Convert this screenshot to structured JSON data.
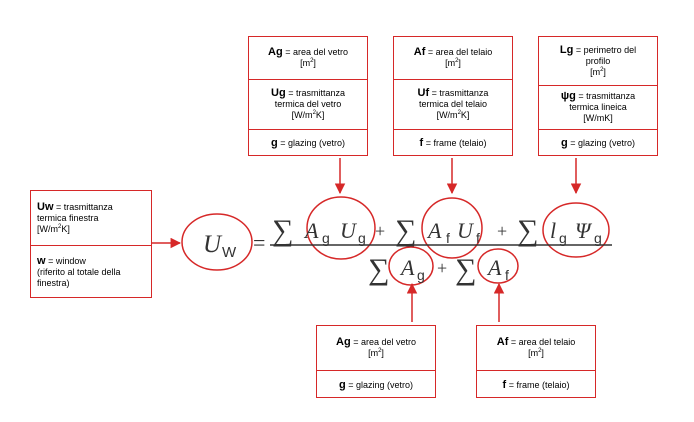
{
  "colors": {
    "accent": "#d62828",
    "formula": "#333333"
  },
  "boxes": {
    "top_ag": {
      "s1": {
        "sym": "Ag",
        "txt": " = area del vetro",
        "unit_pre": "[m",
        "unit_sup": "2",
        "unit_post": "]"
      },
      "s2": {
        "sym": "Ug",
        "txt": " = trasmittanza",
        "line2": "termica del vetro",
        "unit_pre": "[W/m",
        "unit_sup": "2",
        "unit_post": "K]"
      },
      "s3": {
        "sym": "g",
        "txt": " = glazing (vetro)"
      }
    },
    "top_af": {
      "s1": {
        "sym": "Af",
        "txt": " = area del telaio",
        "unit_pre": "[m",
        "unit_sup": "2",
        "unit_post": "]"
      },
      "s2": {
        "sym": "Uf",
        "txt": " = trasmittanza",
        "line2": "termica del telaio",
        "unit_pre": "[W/m",
        "unit_sup": "2",
        "unit_post": "K]"
      },
      "s3": {
        "sym": "f",
        "txt": " = frame (telaio)"
      }
    },
    "top_lg": {
      "s1": {
        "sym": "Lg",
        "txt": " = perimetro del",
        "line2": "profilo",
        "unit_pre": "[m",
        "unit_sup": "2",
        "unit_post": "]"
      },
      "s2": {
        "sym": "ψg",
        "txt": " = trasmittanza",
        "line2": "termica lineica",
        "unit": "[W/mK]"
      },
      "s3": {
        "sym": "g",
        "txt": " = glazing (vetro)"
      }
    },
    "left_uw": {
      "s1": {
        "sym": "Uw",
        "txt": " = trasmittanza",
        "line2": "termica finestra",
        "unit_pre": "[W/m",
        "unit_sup": "2",
        "unit_post": "K]"
      },
      "s2": {
        "sym": "w",
        "txt": " = window",
        "line2": "(riferito al totale della",
        "line3": "finestra)"
      }
    },
    "bot_ag": {
      "s1": {
        "sym": "Ag",
        "txt": " = area del vetro",
        "unit_pre": "[m",
        "unit_sup": "2",
        "unit_post": "]"
      },
      "s2": {
        "sym": "g",
        "txt": " = glazing (vetro)"
      }
    },
    "bot_af": {
      "s1": {
        "sym": "Af",
        "txt": " = area del telaio",
        "unit_pre": "[m",
        "unit_sup": "2",
        "unit_post": "]"
      },
      "s2": {
        "sym": "f",
        "txt": " = frame (telaio)"
      }
    }
  },
  "formula": {
    "lhs": "U",
    "lhs_sub": "W",
    "equals": "=",
    "sigma": "∑",
    "plus": "+",
    "A": "A",
    "U": "U",
    "l": "l",
    "psi": "Ψ",
    "sub_g": "g",
    "sub_f": "f"
  }
}
